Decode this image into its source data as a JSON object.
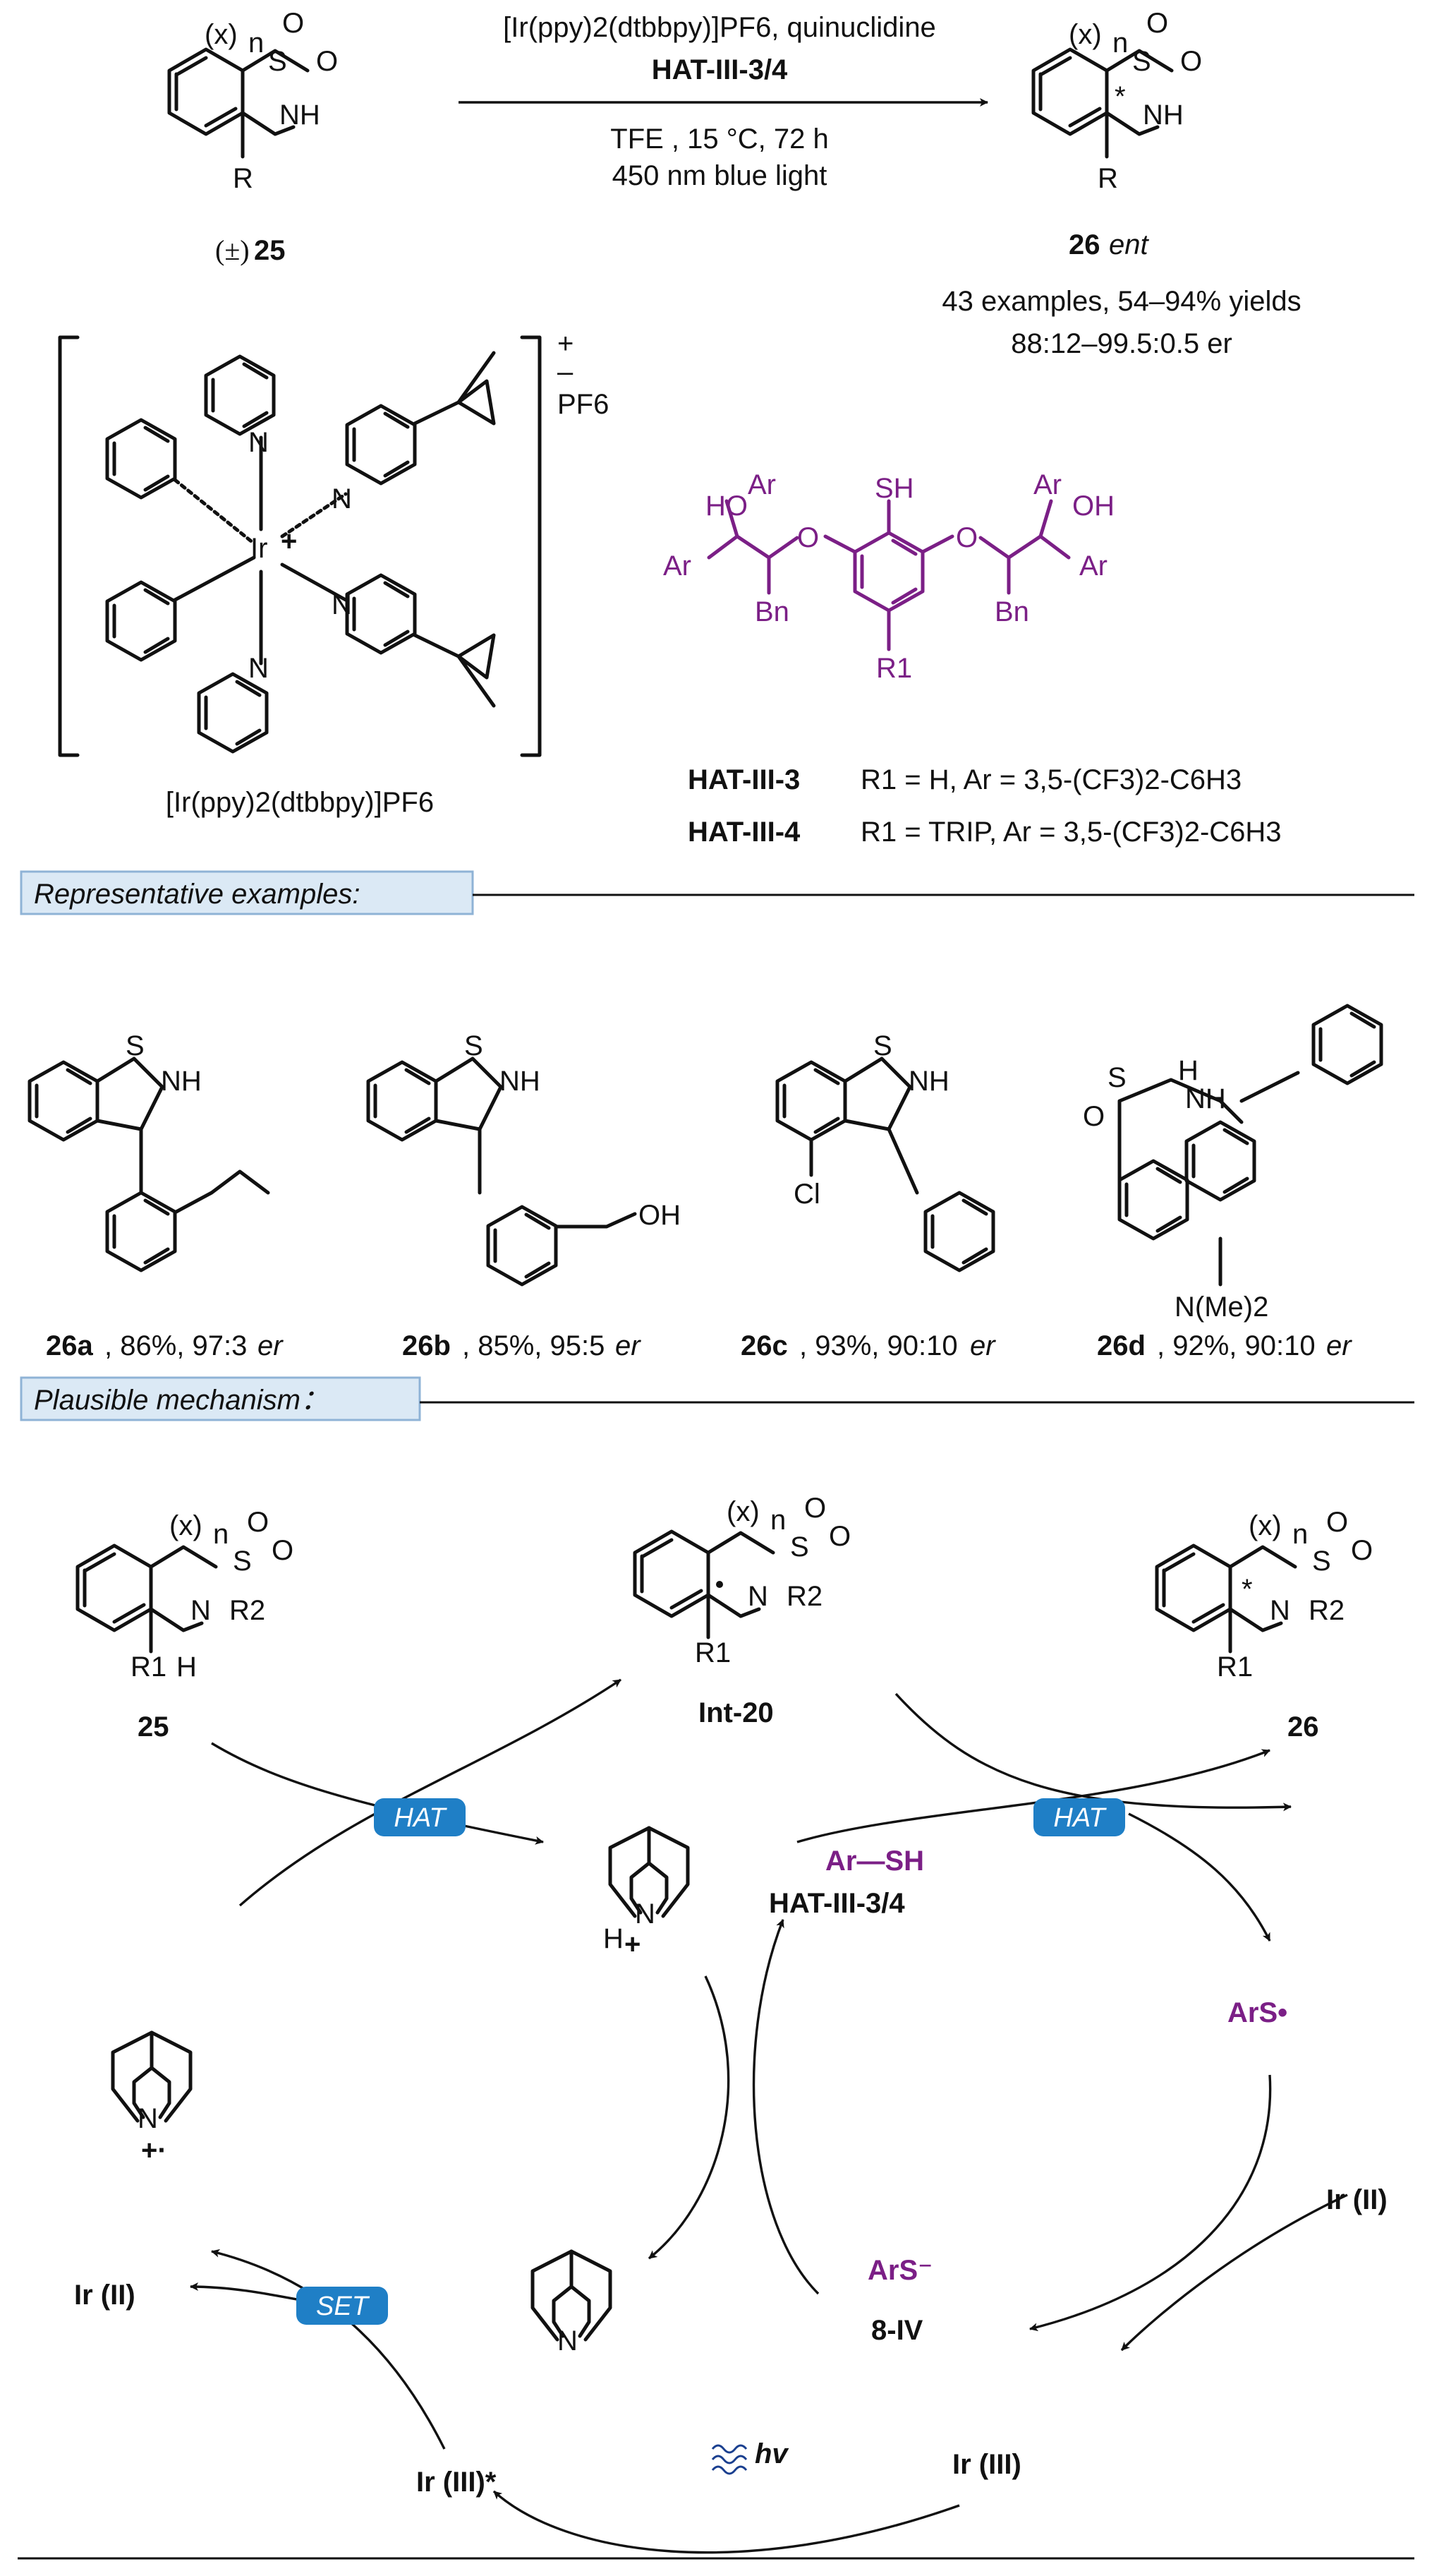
{
  "reaction": {
    "conditions_line1": "[Ir(ppy)2(dtbbpy)]PF6, quinuclidine",
    "conditions_line2": "HAT-III-3/4",
    "conditions_line3": "TFE , 15 °C, 72 h",
    "conditions_line4": "450 nm blue light",
    "sm_label_prefix": "(±)",
    "sm_label": "25",
    "product_label": "26",
    "product_suffix": "ent",
    "summary_line1": "43 examples, 54–94% yields",
    "summary_line2": "88:12–99.5:0.5 er",
    "atoms": {
      "x": "(x)",
      "n": "n",
      "S": "S",
      "O": "O",
      "NH": "NH",
      "R": "R",
      "star": "*"
    }
  },
  "catalyst": {
    "charge_plus": "+",
    "charge_minus": "–",
    "counterion": "PF6",
    "metal": "Ir",
    "metal_charge": "+",
    "N": "N",
    "name": "[Ir(ppy)2(dtbbpy)]PF6"
  },
  "hat_catalyst": {
    "SH": "SH",
    "HO": "HO",
    "OH": "OH",
    "Ar": "Ar",
    "O": "O",
    "Bn": "Bn",
    "R1": "R1",
    "row1_name": "HAT-III-3",
    "row1_desc": "R1 = H, Ar = 3,5-(CF3)2-C6H3",
    "row2_name": "HAT-III-4",
    "row2_desc": "R1 = TRIP, Ar = 3,5-(CF3)2-C6H3"
  },
  "sections": {
    "examples_title": "Representative examples:",
    "mechanism_title": "Plausible mechanism："
  },
  "examples": [
    {
      "id": "26a",
      "text": ", 86%, 97:3 ",
      "er": "er"
    },
    {
      "id": "26b",
      "text": ", 85%, 95:5 ",
      "er": "er"
    },
    {
      "id": "26c",
      "text": ", 93%, 90:10 ",
      "er": "er",
      "substituent": "Cl"
    },
    {
      "id": "26d",
      "text": ", 92%, 90:10 ",
      "er": "er",
      "substituent": "N(Me)2"
    }
  ],
  "example_extra": {
    "OH": "OH",
    "H": "H"
  },
  "mechanism": {
    "sm": "25",
    "intermediate": "Int-20",
    "product": "26",
    "R1": "R1",
    "R2": "R2",
    "H": "H",
    "hat_pill": "HAT",
    "set_pill": "SET",
    "arsh": "Ar—SH",
    "hat_cat": "HAT-III-3/4",
    "ars_radical": "ArS•",
    "ars_anion": "ArS⁻",
    "anion_label": "8-IV",
    "ir2_right": "Ir (II)",
    "ir2_left": "Ir (II)",
    "ir3": "Ir (III)",
    "ir3_star": "Ir (III)*",
    "hv": "hv",
    "quin_H": "H",
    "quin_plus": "+",
    "quin_radical_cation": "+·",
    "N": "N"
  },
  "colors": {
    "accent_purple": "#7b1f86",
    "pill_blue": "#1f7fc6",
    "section_box": "#dbe9f5"
  }
}
